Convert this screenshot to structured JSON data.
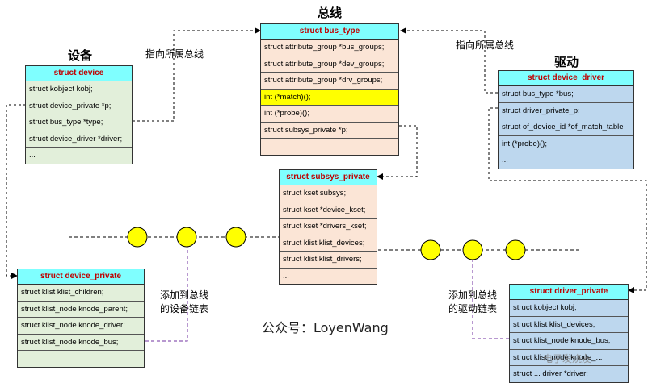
{
  "titles": {
    "bus": "总线",
    "device": "设备",
    "driver": "驱动"
  },
  "notes": {
    "device_to_bus": "指向所属总线",
    "driver_to_bus": "指向所属总线",
    "add_device": [
      "添加到总线",
      "的设备链表"
    ],
    "add_driver": [
      "添加到总线",
      "的驱动链表"
    ]
  },
  "watermark": "公众号：LoyenWang",
  "logo": "电子发烧友",
  "colors": {
    "header": "#7fffff",
    "header_text": "#c00000",
    "green": "#e2efda",
    "peach": "#fbe5d6",
    "blue": "#bdd7ee",
    "highlight": "#ffff00",
    "node": "#ffff00",
    "dashed_dev": "#8e44ad"
  },
  "structs": {
    "bus_type": {
      "name": "struct bus_type",
      "rows": [
        "struct attribute_group *bus_groups;",
        "struct attribute_group *dev_groups;",
        "struct attribute_group *drv_groups;",
        "int (*match)();",
        "int (*probe)();",
        "struct subsys_private *p;",
        "..."
      ]
    },
    "device": {
      "name": "struct device",
      "rows": [
        "struct kobject kobj;",
        "struct device_private *p;",
        "struct bus_type *type;",
        "struct device_driver *driver;",
        "..."
      ]
    },
    "device_driver": {
      "name": "struct device_driver",
      "rows": [
        "struct bus_type *bus;",
        "struct driver_private_p;",
        "struct of_device_id *of_match_table",
        "int (*probe)();",
        "..."
      ]
    },
    "subsys_private": {
      "name": "struct subsys_private",
      "rows": [
        "struct kset subsys;",
        "struct kset *device_kset;",
        "struct kset *drivers_kset;",
        "struct klist klist_devices;",
        "struct klist klist_drivers;",
        "..."
      ]
    },
    "device_private": {
      "name": "struct device_private",
      "rows": [
        "struct klist klist_children;",
        "struct klist_node knode_parent;",
        "struct klist_node knode_driver;",
        "struct klist_node knode_bus;",
        "..."
      ]
    },
    "driver_private": {
      "name": "struct driver_private",
      "rows": [
        "struct kobject kobj;",
        "struct klist klist_devices;",
        "struct klist_node knode_bus;",
        "struct klist_node knode_...",
        "struct ... driver *driver;"
      ]
    }
  }
}
